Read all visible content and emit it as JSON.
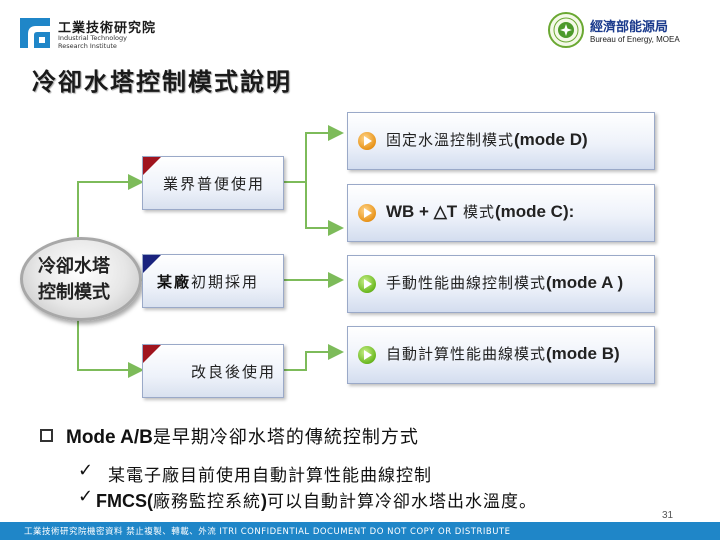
{
  "header": {
    "itri_name_cn": "工業技術研究院",
    "itri_name_en_1": "Industrial Technology",
    "itri_name_en_2": "Research Institute",
    "moea_name_cn": "經濟部能源局",
    "moea_name_en": "Bureau of Energy, MOEA",
    "itri_logo_icon": "itri-logo-icon",
    "moea_logo_icon": "moea-emblem-icon"
  },
  "title": "冷卻水塔控制模式說明",
  "diagram": {
    "center_line1": "冷卻水塔",
    "center_line2": "控制模式",
    "categories": [
      {
        "label": "業界普便使用",
        "corner_color": "#a0141e"
      },
      {
        "label_bold": "某廠",
        "label": "初期採用",
        "corner_color": "#1a237e"
      },
      {
        "label": "改良後使用",
        "corner_color": "#a0141e"
      }
    ],
    "modes": [
      {
        "label_cn": "固定水溫控制模式",
        "label_en": "(mode D)",
        "icon": "orange-play-icon"
      },
      {
        "label_prefix": "WB + △T",
        "label_cn": "模式",
        "label_en": "(mode C):",
        "icon": "orange-play-icon"
      },
      {
        "label_cn": "手動性能曲線控制模式",
        "label_en": "(mode A )",
        "icon": "green-play-icon"
      },
      {
        "label_cn": "自動計算性能曲線模式",
        "label_en": "(mode B)",
        "icon": "green-play-icon"
      }
    ],
    "connector_color": "#7dbb5a"
  },
  "bullets": {
    "main_en": "Mode A/B",
    "main_cn": "是早期冷卻水塔的傳統控制方式",
    "sub1": "某電子廠目前使用自動計算性能曲線控制",
    "sub2_en": "FMCS(",
    "sub2_cn1": "廠務監控系統",
    "sub2_en2": ")",
    "sub2_cn2": "可以自動計算冷卻水塔出水溫度。",
    "check_mark": "✓"
  },
  "footer": {
    "page_number": "31",
    "notice": "工業技術研究院機密資料 禁止複製、轉載、外流 ITRI CONFIDENTIAL DOCUMENT DO NOT COPY OR DISTRIBUTE",
    "bar_color": "#1f86c8"
  }
}
